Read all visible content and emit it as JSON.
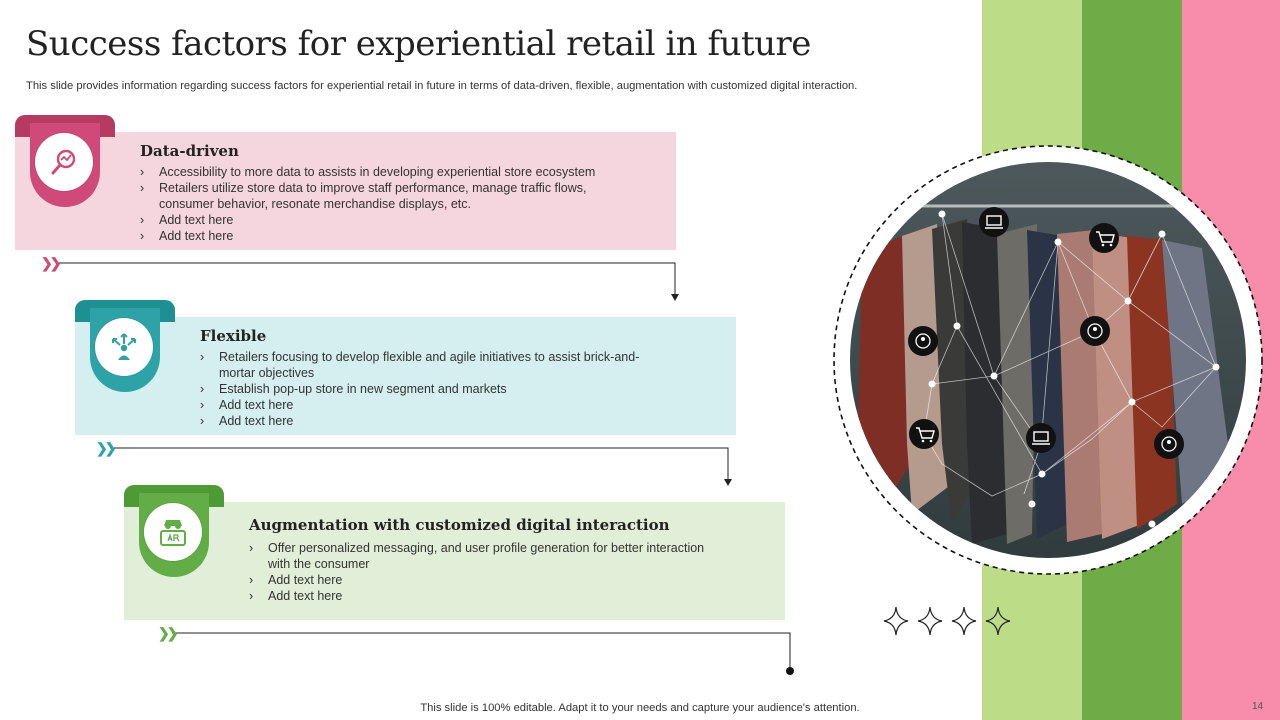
{
  "title": "Success factors for experiential retail in future",
  "subtitle": "This slide provides information regarding success factors for experiential retail in future in terms of data-driven, flexible, augmentation with customized digital interaction.",
  "factors": [
    {
      "heading": "Data-driven",
      "icon": "data-analytics-icon",
      "color": "#cf4a78",
      "bullets": [
        "Accessibility to more data to assists in developing  experiential store ecosystem",
        "Retailers utilize store data to improve  staff performance,  manage traffic flows,  consumer behavior,  resonate merchandise displays, etc.",
        "Add text here",
        "Add text here"
      ]
    },
    {
      "heading": "Flexible",
      "icon": "person-arrows-icon",
      "color": "#2ea3a7",
      "bullets": [
        "Retailers focusing to develop flexible and agile initiatives to assist brick-and-mortar  objectives",
        "Establish pop-up store in new segment and markets",
        "Add text here",
        "Add text here"
      ]
    },
    {
      "heading": "Augmentation with customized digital interaction",
      "icon": "ar-headset-icon",
      "color": "#62ad45",
      "bullets": [
        "Offer  personalized messaging, and user profile generation  for better interaction with the consumer",
        "Add text here",
        "Add text here"
      ]
    }
  ],
  "footer": "This slide is 100% editable. Adapt it to your needs and capture your audience's attention.",
  "page_number": "14",
  "colors": {
    "stripe_light_green": "#bcdc88",
    "stripe_green": "#6fac47",
    "stripe_pink": "#f78daa"
  }
}
